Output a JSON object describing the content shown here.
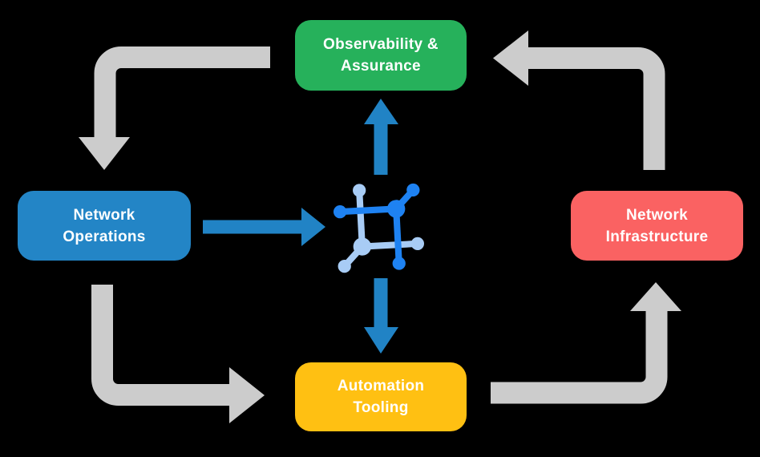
{
  "colors": {
    "background": "#000000",
    "arrow_gray": "#cccccc",
    "arrow_blue": "#2183c5",
    "icon_dark": "#1e82f2",
    "icon_light": "#a8ccf5"
  },
  "nodes": {
    "observability": {
      "line1": "Observability &",
      "line2": "Assurance",
      "color": "#26b15b",
      "text_color": "#ffffff"
    },
    "operations": {
      "line1": "Network",
      "line2": "Operations",
      "color": "#2385c6",
      "text_color": "#ffffff"
    },
    "infrastructure": {
      "line1": "Network",
      "line2": "Infrastructure",
      "color": "#fa6262",
      "text_color": "#ffffff"
    },
    "automation": {
      "line1": "Automation",
      "line2": "Tooling",
      "color": "#ffc012",
      "text_color": "#ffffff"
    }
  },
  "icon": {
    "name": "network-hub-icon"
  },
  "flows": [
    {
      "from": "Observability & Assurance",
      "to": "Network Operations",
      "style": "gray-elbow"
    },
    {
      "from": "Network Operations",
      "to": "Automation Tooling",
      "style": "gray-elbow"
    },
    {
      "from": "Automation Tooling",
      "to": "Network Infrastructure",
      "style": "gray-elbow"
    },
    {
      "from": "Network Infrastructure",
      "to": "Observability & Assurance",
      "style": "gray-elbow"
    },
    {
      "from": "Network Operations",
      "to": "network-hub-icon",
      "style": "blue-straight"
    },
    {
      "from": "network-hub-icon",
      "to": "Observability & Assurance",
      "style": "blue-straight"
    },
    {
      "from": "network-hub-icon",
      "to": "Automation Tooling",
      "style": "blue-straight"
    }
  ]
}
